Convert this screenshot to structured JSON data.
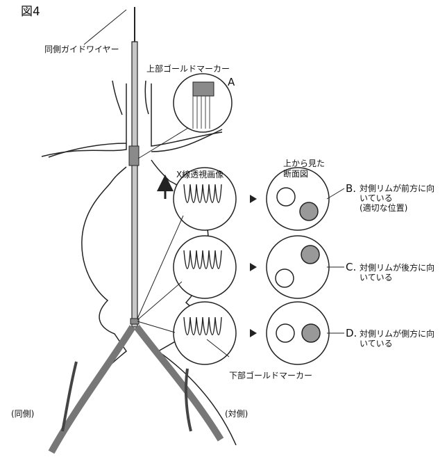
{
  "figure": {
    "title": "図4",
    "labels": {
      "guidewire": "同側ガイドワイヤー",
      "upper_marker": "上部ゴールドマーカー",
      "lower_marker": "下部ゴールドマーカー",
      "xray_view": "X線透視画像",
      "top_view": [
        "上から見た",
        "断面図"
      ],
      "ipsilateral": "(同側)",
      "contralateral": "(対側)"
    },
    "panels": [
      {
        "letter": "A"
      },
      {
        "letter": "B.",
        "lines": [
          "対側リムが前方に向",
          "いている",
          "(適切な位置)"
        ]
      },
      {
        "letter": "C.",
        "lines": [
          "対側リムが後方に向",
          "いている"
        ]
      },
      {
        "letter": "D.",
        "lines": [
          "対側リムが側方に向",
          "いている"
        ]
      }
    ]
  },
  "colors": {
    "line": "#222222",
    "vessel_fill": "#ffffff",
    "limb_fill": "#999999",
    "device_fill": "#c8c8c8",
    "marker_fill": "#8a8a8a"
  }
}
